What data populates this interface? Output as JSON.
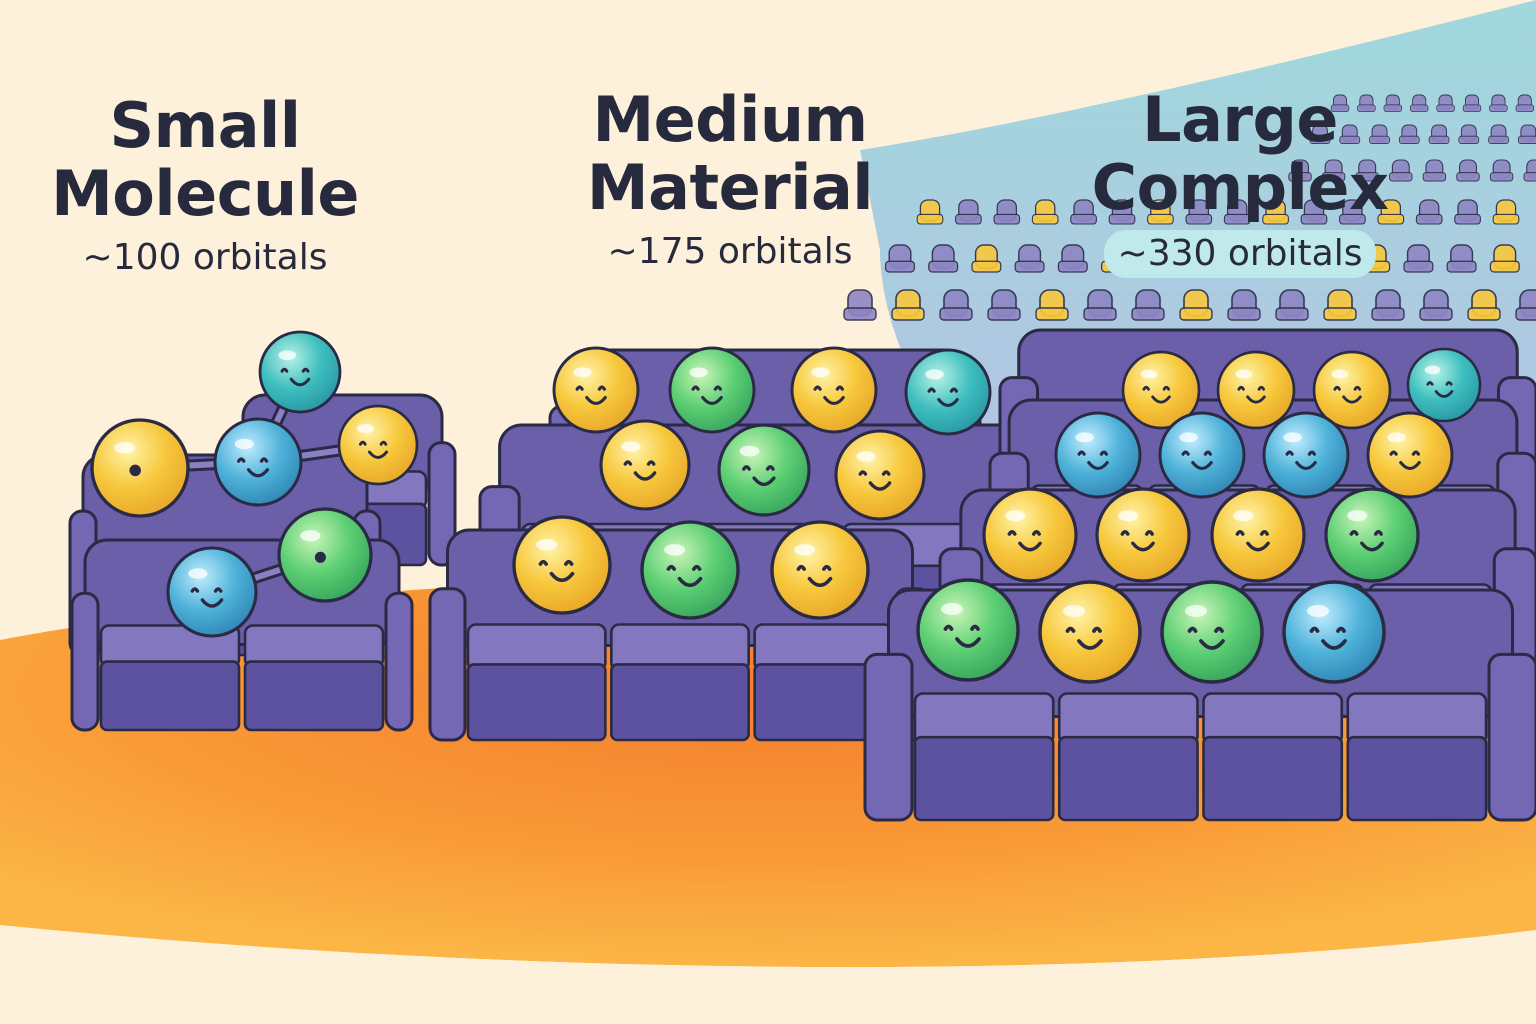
{
  "groups": [
    {
      "key": "small",
      "title_line1": "Small",
      "title_line2": "Molecule",
      "subtitle": "~100 orbitals",
      "orbitals": 100
    },
    {
      "key": "medium",
      "title_line1": "Medium",
      "title_line2": "Material",
      "subtitle": "~175 orbitals",
      "orbitals": 175
    },
    {
      "key": "large",
      "title_line1": "Large",
      "title_line2": "Complex",
      "subtitle": "~330 orbitals",
      "orbitals": 330
    }
  ],
  "colors": {
    "background": "#fdf1dc",
    "stage_floor": "#f9a53a",
    "stage_glow": "#f47e2d",
    "seat": "#6a5fa8",
    "seat_outline": "#2b2a44",
    "haze": "#9fd8df",
    "electron_yellow": "#f7c83c",
    "electron_green": "#5dcf74",
    "electron_teal": "#3fbfbf",
    "electron_blue": "#4fb3d9"
  },
  "icons": [
    "sofa-seat-icon",
    "electron-face-icon",
    "empty-seat-icon"
  ]
}
